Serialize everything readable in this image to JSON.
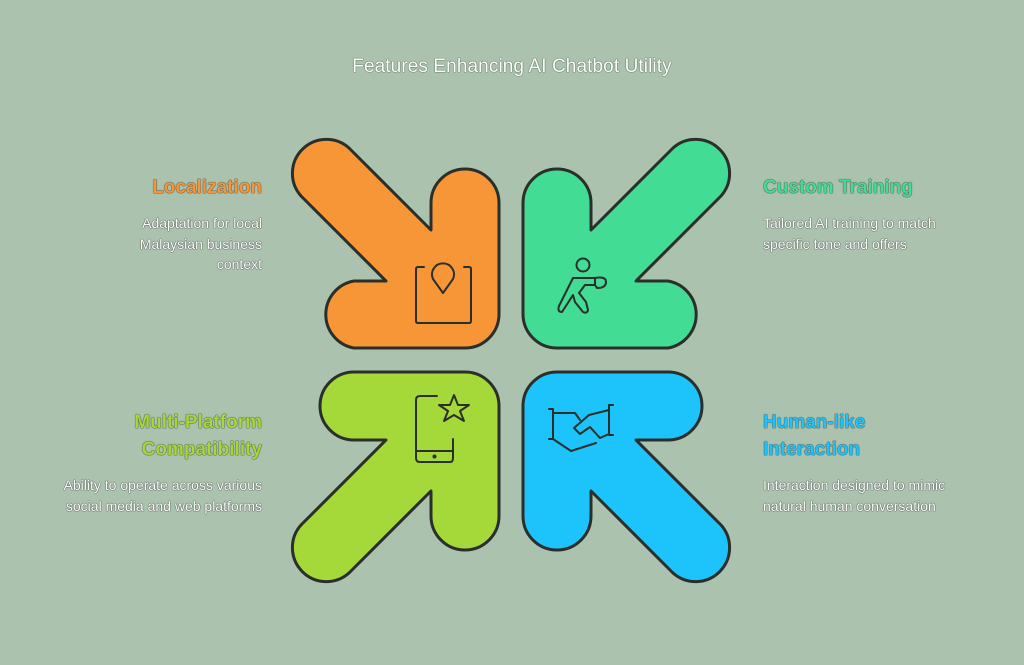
{
  "title": "Features Enhancing AI Chatbot Utility",
  "colors": {
    "background": "#abc3ae",
    "orange": "#f69637",
    "green": "#43dc94",
    "lime": "#a5d93a",
    "blue": "#1dc4fb",
    "outline": "#2b2f2c"
  },
  "features": [
    {
      "id": "localization",
      "title": "Localization",
      "description": "Adaptation for local Malaysian business context",
      "color": "#f69637",
      "icon": "location-pin-bag-icon",
      "arrow_direction": "down-right"
    },
    {
      "id": "custom-training",
      "title": "Custom Training",
      "description": "Tailored AI training to match specific tone and offers",
      "color": "#43dc94",
      "icon": "boxer-training-icon",
      "arrow_direction": "down-left"
    },
    {
      "id": "multi-platform",
      "title": "Multi-Platform Compatibility",
      "description": "Ability to operate across various social media and web platforms",
      "color": "#a5d93a",
      "icon": "phone-star-icon",
      "arrow_direction": "up-right"
    },
    {
      "id": "human-like",
      "title": "Human-like Interaction",
      "description": "Interaction designed to mimic natural human conversation",
      "color": "#1dc4fb",
      "icon": "handshake-icon",
      "arrow_direction": "up-left"
    }
  ]
}
